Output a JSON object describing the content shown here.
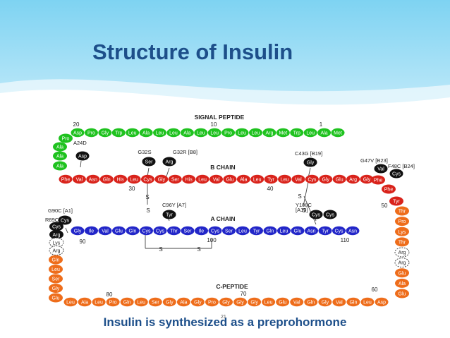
{
  "title": "Structure of Insulin",
  "caption": "Insulin is synthesized as a preprohormone",
  "slide_number": "21",
  "colors": {
    "title": "#1d4f8a",
    "signal": "#1fc21f",
    "b_chain": "#d9231b",
    "a_chain": "#2226c8",
    "c_peptide": "#ee6d1b",
    "mutation": "#111111"
  },
  "chain_labels": {
    "signal": "SIGNAL PEPTIDE",
    "b": "B CHAIN",
    "a": "A CHAIN",
    "c": "C-PEPTIDE"
  },
  "numbers": [
    {
      "text": "20"
    },
    {
      "text": "10"
    },
    {
      "text": "1"
    },
    {
      "text": "30"
    },
    {
      "text": "40"
    },
    {
      "text": "50"
    },
    {
      "text": "90"
    },
    {
      "text": "100"
    },
    {
      "text": "110"
    },
    {
      "text": "80"
    },
    {
      "text": "70"
    },
    {
      "text": "60"
    }
  ],
  "mutation_labels": [
    {
      "text": "A24D"
    },
    {
      "text": "G32S"
    },
    {
      "text": "G32R [B8]"
    },
    {
      "text": "C43G [B19]"
    },
    {
      "text": "G47V [B23]"
    },
    {
      "text": "F48C [B24]"
    },
    {
      "text": "C96Y [A7]"
    },
    {
      "text": "G90C [A1]"
    },
    {
      "text": "R89C"
    },
    {
      "text": "Y108C"
    },
    {
      "text": "[A19]"
    }
  ],
  "mutant_residues": [
    {
      "text": "Asp"
    },
    {
      "text": "Ser"
    },
    {
      "text": "Arg"
    },
    {
      "text": "Gly"
    },
    {
      "text": "Val"
    },
    {
      "text": "Cys"
    },
    {
      "text": "Tyr"
    },
    {
      "text": "Cys"
    },
    {
      "text": "Cys"
    },
    {
      "text": "Cys"
    }
  ],
  "bonds": [
    {
      "text": "S"
    },
    {
      "text": "S"
    },
    {
      "text": "S"
    },
    {
      "text": "S"
    },
    {
      "text": "S"
    },
    {
      "text": "S"
    }
  ],
  "sequences": {
    "signal_top": [
      "Asp",
      "Pro",
      "Gly",
      "Trp",
      "Leu",
      "Ala",
      "Leu",
      "Leu",
      "Ala",
      "Leu",
      "Leu",
      "Pro",
      "Leu",
      "Leu",
      "Arg",
      "Met",
      "Trp",
      "Leu",
      "Ala",
      "Met"
    ],
    "signal_left": [
      "Pro",
      "Ala",
      "Ala",
      "Ala"
    ],
    "b_row": [
      "Phe",
      "Val",
      "Asn",
      "Gln",
      "His",
      "Leu",
      "Cys",
      "Gly",
      "Ser",
      "His",
      "Leu",
      "Val",
      "Glu",
      "Ala",
      "Leu",
      "Tyr",
      "Leu",
      "Val",
      "Cys",
      "Gly",
      "Glu",
      "Arg",
      "Gly"
    ],
    "b_turn": [
      "Phe",
      "Phe",
      "Tyr"
    ],
    "c_right": [
      "Thr",
      "Pro",
      "Lys",
      "Thr",
      "Arg",
      "Arg",
      "Glu",
      "Ala",
      "Glu"
    ],
    "a_row": [
      "Gly",
      "Ile",
      "Val",
      "Glu",
      "Gln",
      "Cys",
      "Cys",
      "Thr",
      "Ser",
      "Ile",
      "Cys",
      "Ser",
      "Leu",
      "Tyr",
      "Gln",
      "Leu",
      "Glu",
      "Asn",
      "Tyr",
      "Cys",
      "Asn"
    ],
    "a_left": [
      "Cys",
      "Arg",
      "Lys",
      "Arg"
    ],
    "c_left": [
      "Gln",
      "Leu",
      "Ser",
      "Gly",
      "Glu"
    ],
    "c_bottom": [
      "Leu",
      "Ala",
      "Leu",
      "Pro",
      "Gln",
      "Leu",
      "Ser",
      "Gly",
      "Ala",
      "Gly",
      "Pro",
      "Gly",
      "Gly",
      "Gly",
      "Leu",
      "Glu",
      "Val",
      "Gln",
      "Gly",
      "Val",
      "Gln",
      "Leu",
      "Asp"
    ]
  }
}
